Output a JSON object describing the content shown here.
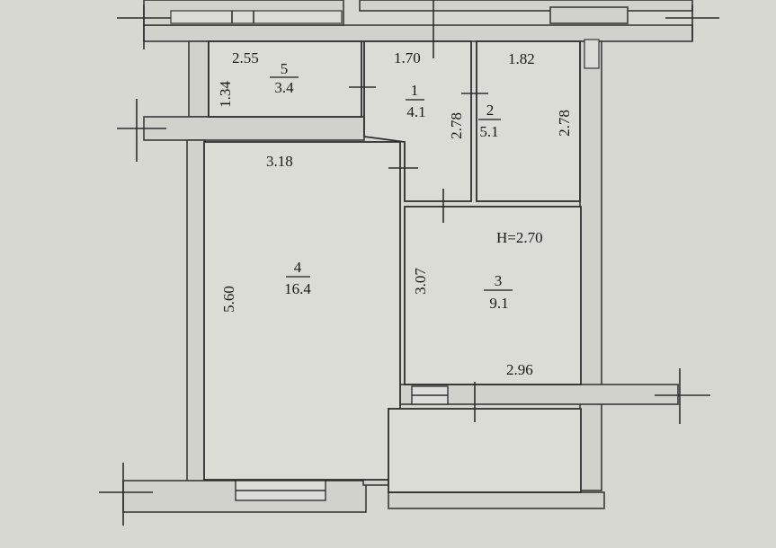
{
  "plan": {
    "ceiling_height": "H=2.70",
    "rooms": [
      {
        "number": "1",
        "area": "4.1",
        "width": "1.70",
        "length": "2.78"
      },
      {
        "number": "2",
        "area": "5.1",
        "width": "1.82",
        "length": "2.78"
      },
      {
        "number": "3",
        "area": "9.1",
        "width": "2.96",
        "length": "3.07"
      },
      {
        "number": "4",
        "area": "16.4",
        "width": "3.18",
        "length": "5.60"
      },
      {
        "number": "5",
        "area": "3.4",
        "width": "2.55",
        "length": "1.34"
      }
    ]
  }
}
